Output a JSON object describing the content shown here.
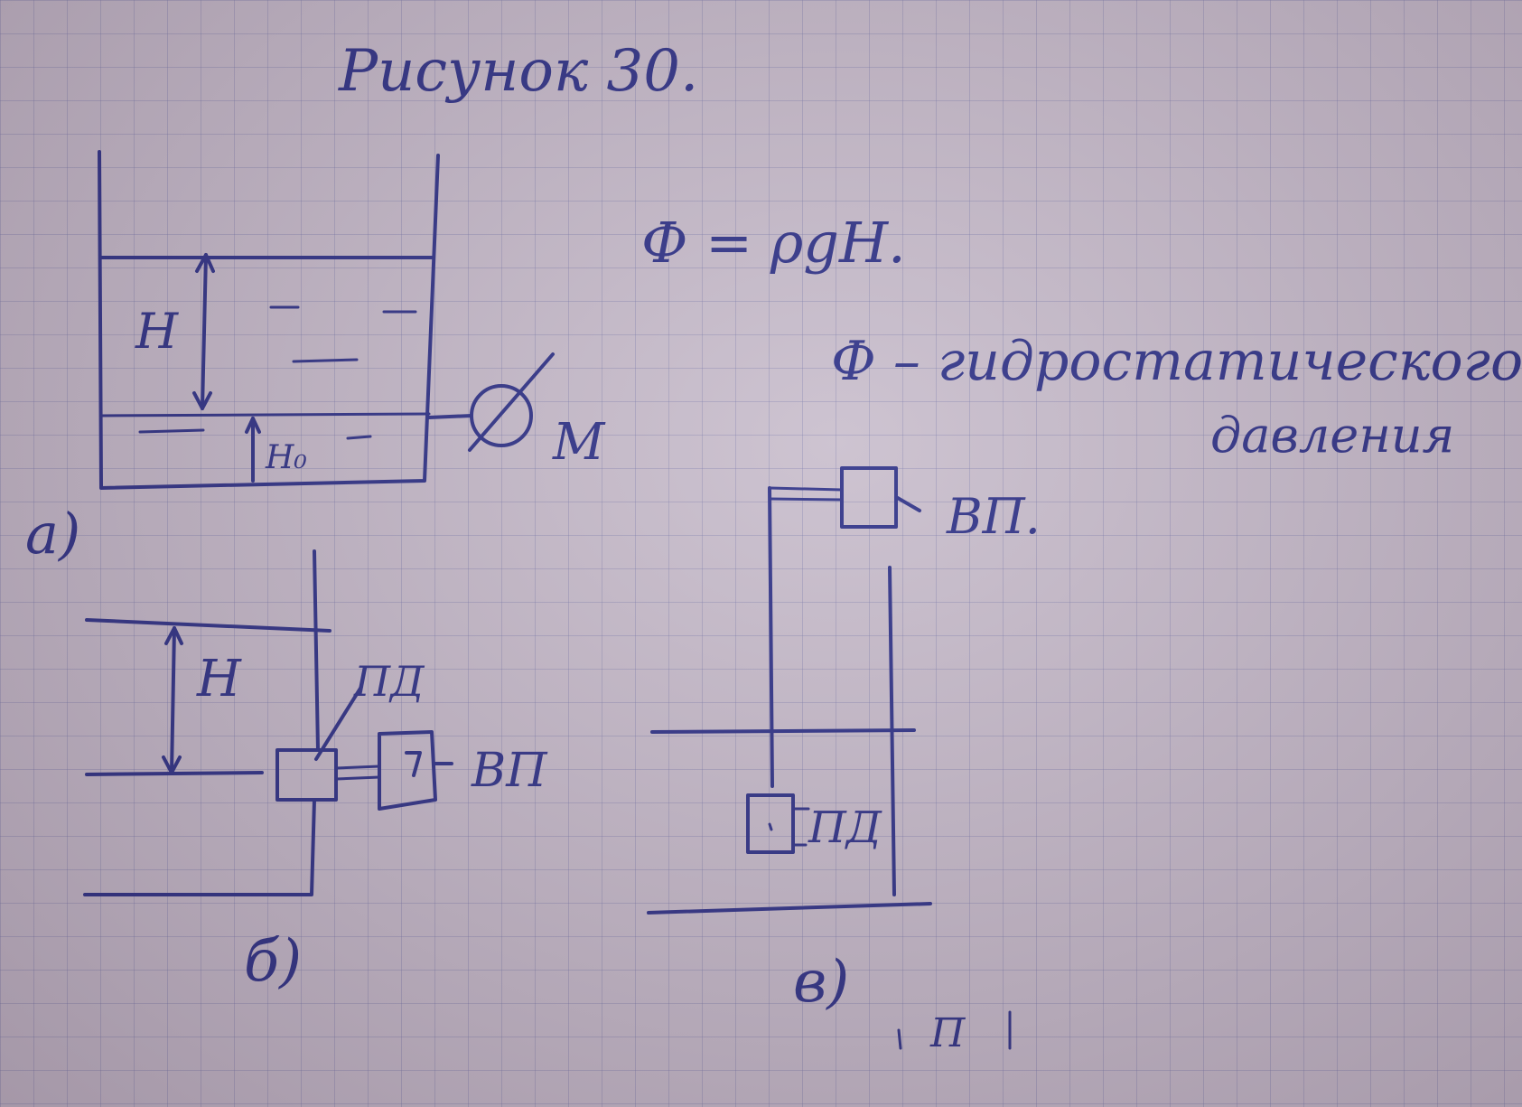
{
  "title": "Рисунок 30.",
  "formula": "Ф = ρgH.",
  "definition": {
    "line1": "Ф – гидростатического",
    "line2": "давления"
  },
  "diagram_a": {
    "caption": "а)",
    "level_label": "H",
    "zero_label": "H₀",
    "gauge_label": "М"
  },
  "diagram_b": {
    "caption": "б)",
    "level_label": "H",
    "sensor_label": "ПД",
    "converter_label": "ВП"
  },
  "diagram_c": {
    "caption": "в)",
    "converter_label": "ВП.",
    "sensor_label": "ПД"
  },
  "page_mark": "П"
}
